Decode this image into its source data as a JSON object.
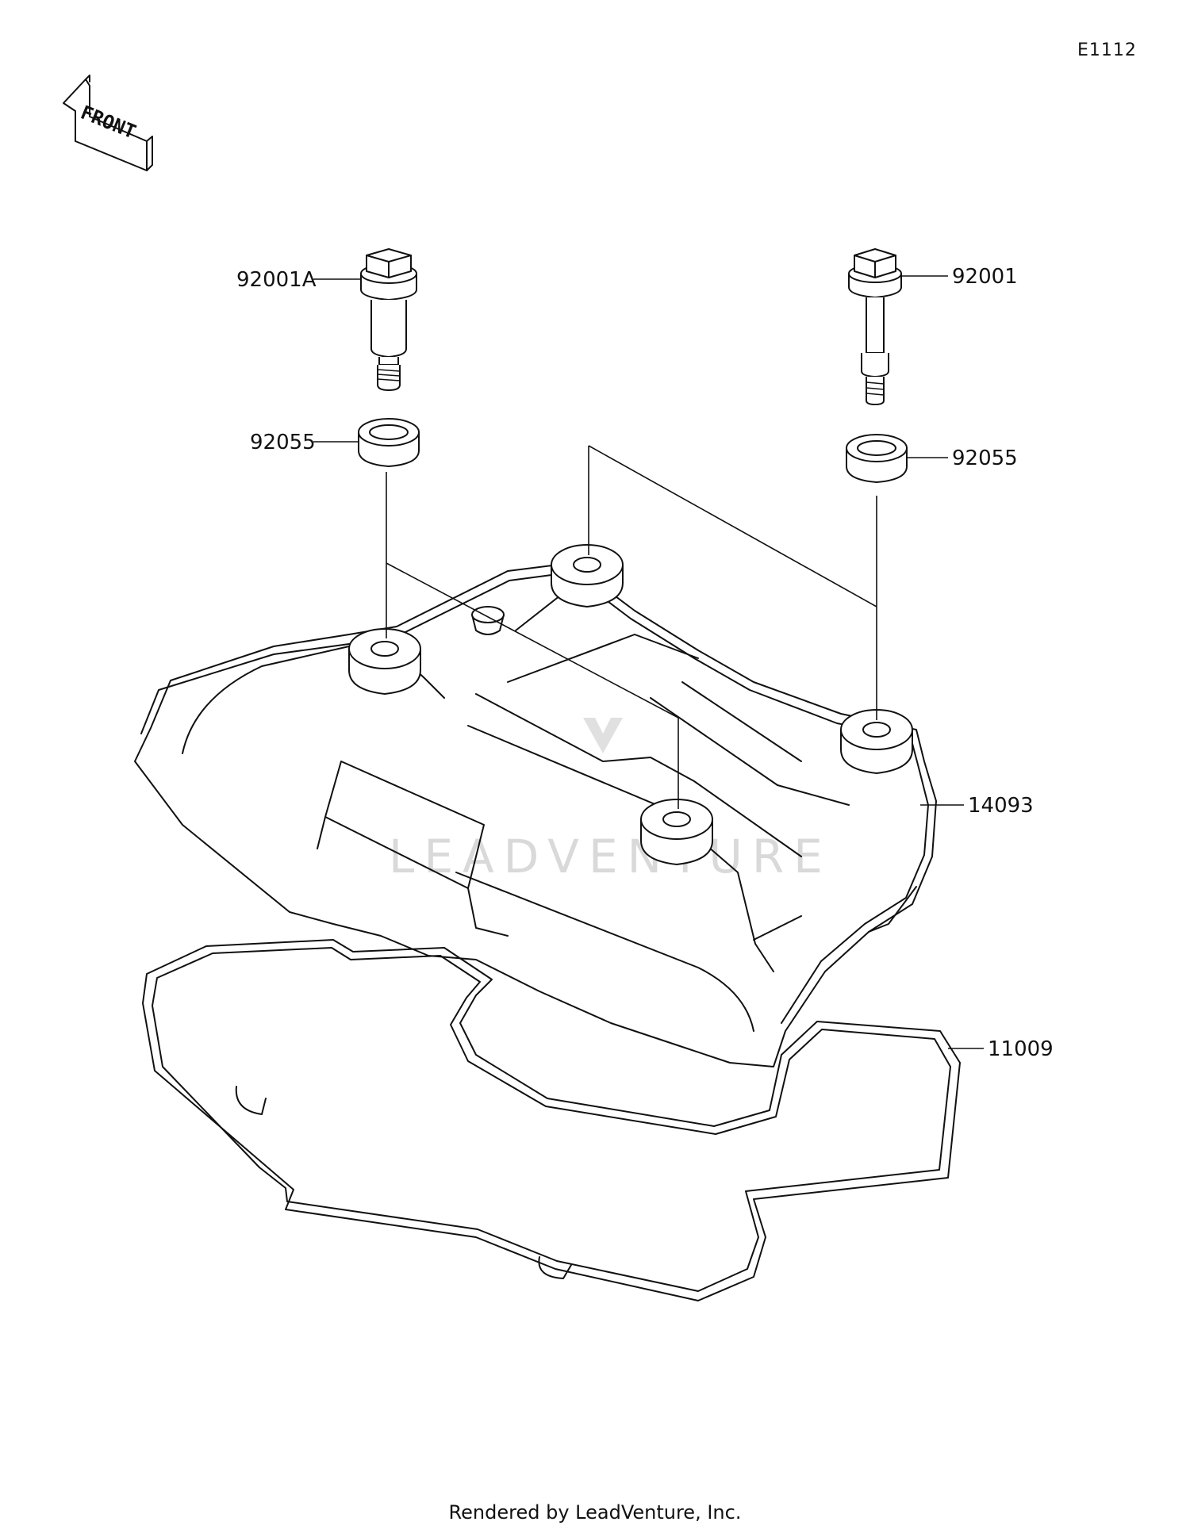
{
  "diagram_ref": "E1112",
  "front_label": "FRONT",
  "watermark": "LEADVENTURE",
  "footer": "Rendered by LeadVenture, Inc.",
  "parts": {
    "bolt_left": "92001A",
    "bolt_right": "92001",
    "washer_left": "92055",
    "washer_right": "92055",
    "cover": "14093",
    "gasket": "11009"
  }
}
